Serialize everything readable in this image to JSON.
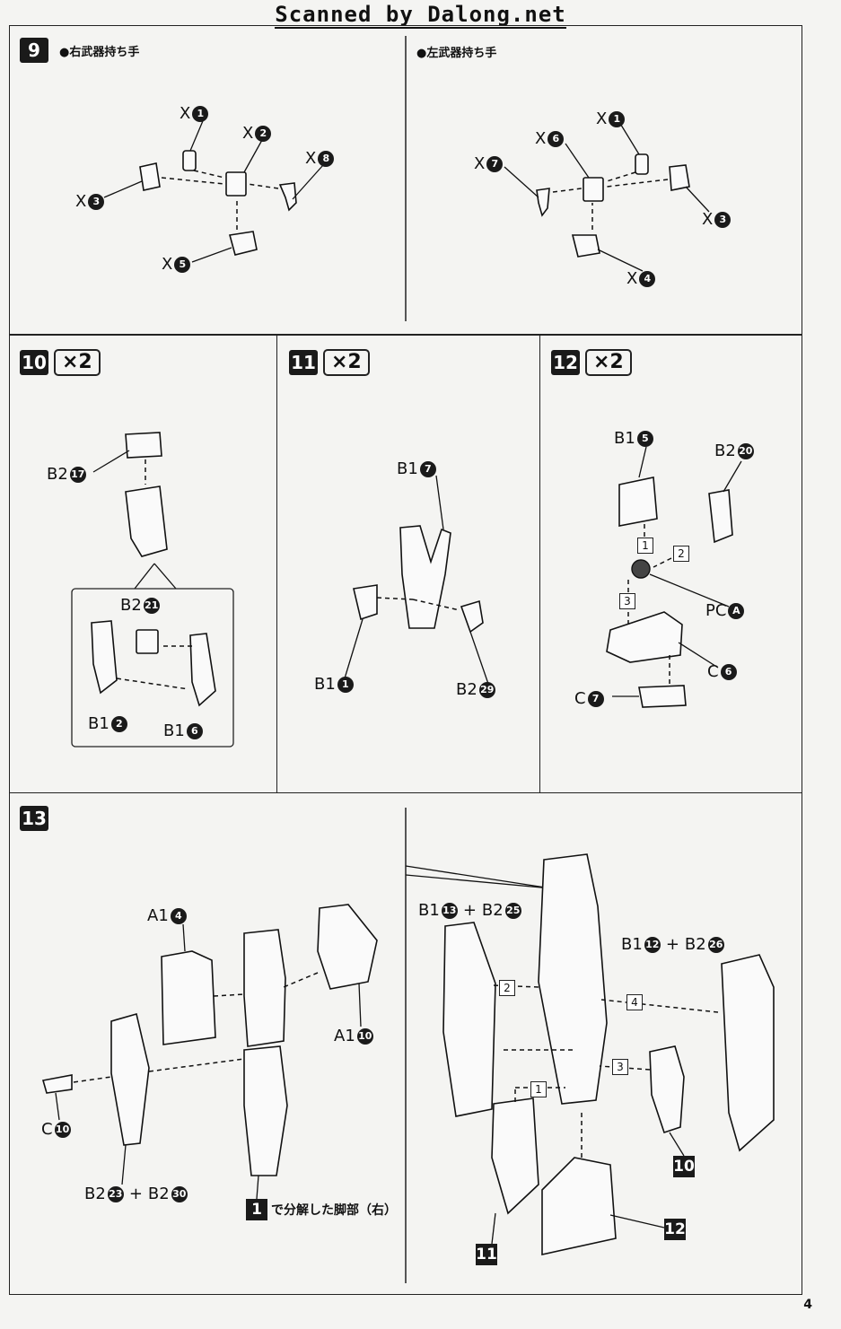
{
  "header": {
    "scanner_text": "Scanned by Dalong.net"
  },
  "page_number": "4",
  "steps": {
    "s9": {
      "number": "9",
      "right_title": "●右武器持ち手",
      "left_title": "●左武器持ち手",
      "right_labels": [
        {
          "prefix": "X",
          "num": "1"
        },
        {
          "prefix": "X",
          "num": "2"
        },
        {
          "prefix": "X",
          "num": "8"
        },
        {
          "prefix": "X",
          "num": "3"
        },
        {
          "prefix": "X",
          "num": "5"
        }
      ],
      "left_labels": [
        {
          "prefix": "X",
          "num": "1"
        },
        {
          "prefix": "X",
          "num": "6"
        },
        {
          "prefix": "X",
          "num": "7"
        },
        {
          "prefix": "X",
          "num": "3"
        },
        {
          "prefix": "X",
          "num": "4"
        }
      ]
    },
    "s10": {
      "number": "10",
      "multiplier": "×2",
      "labels": [
        {
          "prefix": "B2",
          "num": "17"
        },
        {
          "prefix": "B2",
          "num": "21"
        },
        {
          "prefix": "B1",
          "num": "2"
        },
        {
          "prefix": "B1",
          "num": "6"
        }
      ]
    },
    "s11": {
      "number": "11",
      "multiplier": "×2",
      "labels": [
        {
          "prefix": "B1",
          "num": "7"
        },
        {
          "prefix": "B1",
          "num": "1"
        },
        {
          "prefix": "B2",
          "num": "29"
        }
      ]
    },
    "s12": {
      "number": "12",
      "multiplier": "×2",
      "labels": [
        {
          "prefix": "B1",
          "num": "5"
        },
        {
          "prefix": "B2",
          "num": "20"
        },
        {
          "prefix": "PC",
          "num": "A"
        },
        {
          "prefix": "C",
          "num": "6"
        },
        {
          "prefix": "C",
          "num": "7"
        }
      ],
      "order_marks": [
        "1",
        "2",
        "3"
      ]
    },
    "s13": {
      "number": "13",
      "left_labels": [
        {
          "prefix": "A1",
          "num": "4"
        },
        {
          "prefix": "A1",
          "num": "10"
        },
        {
          "prefix": "C",
          "num": "10"
        }
      ],
      "combo_left": {
        "a_prefix": "B2",
        "a_num": "23",
        "plus": "+",
        "b_prefix": "B2",
        "b_num": "30"
      },
      "note_step": "1",
      "note_text": "で分解した脚部（右）",
      "combo_right_1": {
        "a_prefix": "B1",
        "a_num": "13",
        "plus": "+",
        "b_prefix": "B2",
        "b_num": "25"
      },
      "combo_right_2": {
        "a_prefix": "B1",
        "a_num": "12",
        "plus": "+",
        "b_prefix": "B2",
        "b_num": "26"
      },
      "order_marks": [
        "1",
        "2",
        "3",
        "4"
      ],
      "ref_tags": [
        "10",
        "11",
        "12"
      ]
    }
  }
}
